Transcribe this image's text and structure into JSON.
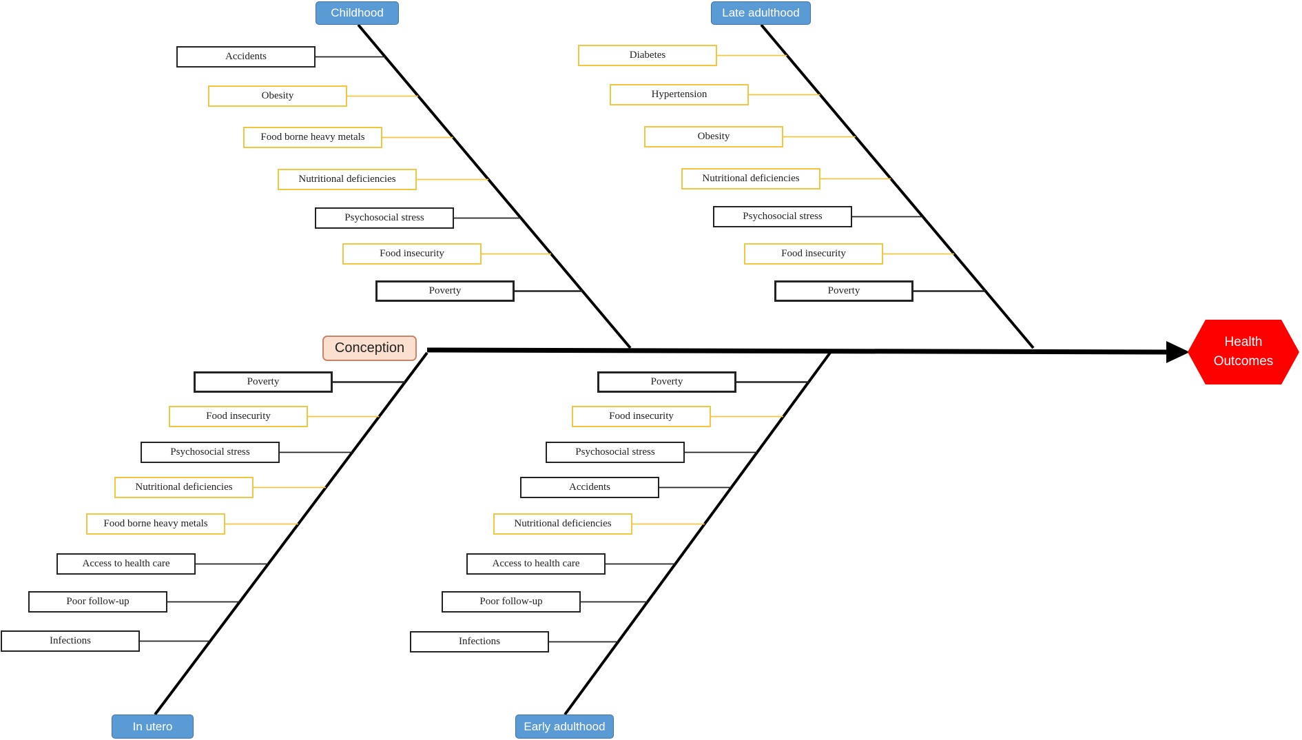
{
  "outcome": {
    "label": "Health Outcomes",
    "color": "#ff0000"
  },
  "start": {
    "label": "Conception"
  },
  "colors": {
    "stage_fill": "#5b9bd5",
    "black_border": "#222222",
    "yellow_border": "#f3c640",
    "conception_fill": "#fbe0cf"
  },
  "stages": [
    {
      "key": "childhood",
      "label": "Childhood",
      "side": "top",
      "causes": [
        {
          "label": "Accidents",
          "border": "black"
        },
        {
          "label": "Obesity",
          "border": "yellow"
        },
        {
          "label": "Food borne heavy metals",
          "border": "yellow"
        },
        {
          "label": "Nutritional deficiencies",
          "border": "yellow"
        },
        {
          "label": "Psychosocial stress",
          "border": "black"
        },
        {
          "label": "Food insecurity",
          "border": "yellow"
        },
        {
          "label": "Poverty",
          "border": "black-bold"
        }
      ]
    },
    {
      "key": "late-adulthood",
      "label": "Late adulthood",
      "side": "top",
      "causes": [
        {
          "label": "Diabetes",
          "border": "yellow"
        },
        {
          "label": "Hypertension",
          "border": "yellow"
        },
        {
          "label": "Obesity",
          "border": "yellow"
        },
        {
          "label": "Nutritional deficiencies",
          "border": "yellow"
        },
        {
          "label": "Psychosocial stress",
          "border": "black"
        },
        {
          "label": "Food insecurity",
          "border": "yellow"
        },
        {
          "label": "Poverty",
          "border": "black-bold"
        }
      ]
    },
    {
      "key": "in-utero",
      "label": "In utero",
      "side": "bottom",
      "causes": [
        {
          "label": "Poverty",
          "border": "black-bold"
        },
        {
          "label": "Food insecurity",
          "border": "yellow"
        },
        {
          "label": "Psychosocial stress",
          "border": "black"
        },
        {
          "label": "Nutritional deficiencies",
          "border": "yellow"
        },
        {
          "label": "Food borne heavy metals",
          "border": "yellow"
        },
        {
          "label": "Access to health care",
          "border": "black"
        },
        {
          "label": "Poor follow-up",
          "border": "black"
        },
        {
          "label": "Infections",
          "border": "black"
        }
      ]
    },
    {
      "key": "early-adulthood",
      "label": "Early adulthood",
      "side": "bottom",
      "causes": [
        {
          "label": "Poverty",
          "border": "black-bold"
        },
        {
          "label": "Food insecurity",
          "border": "yellow"
        },
        {
          "label": "Psychosocial stress",
          "border": "black"
        },
        {
          "label": "Accidents",
          "border": "black"
        },
        {
          "label": "Nutritional deficiencies",
          "border": "yellow"
        },
        {
          "label": "Access to health care",
          "border": "black"
        },
        {
          "label": "Poor follow-up",
          "border": "black"
        },
        {
          "label": "Infections",
          "border": "black"
        }
      ]
    }
  ]
}
